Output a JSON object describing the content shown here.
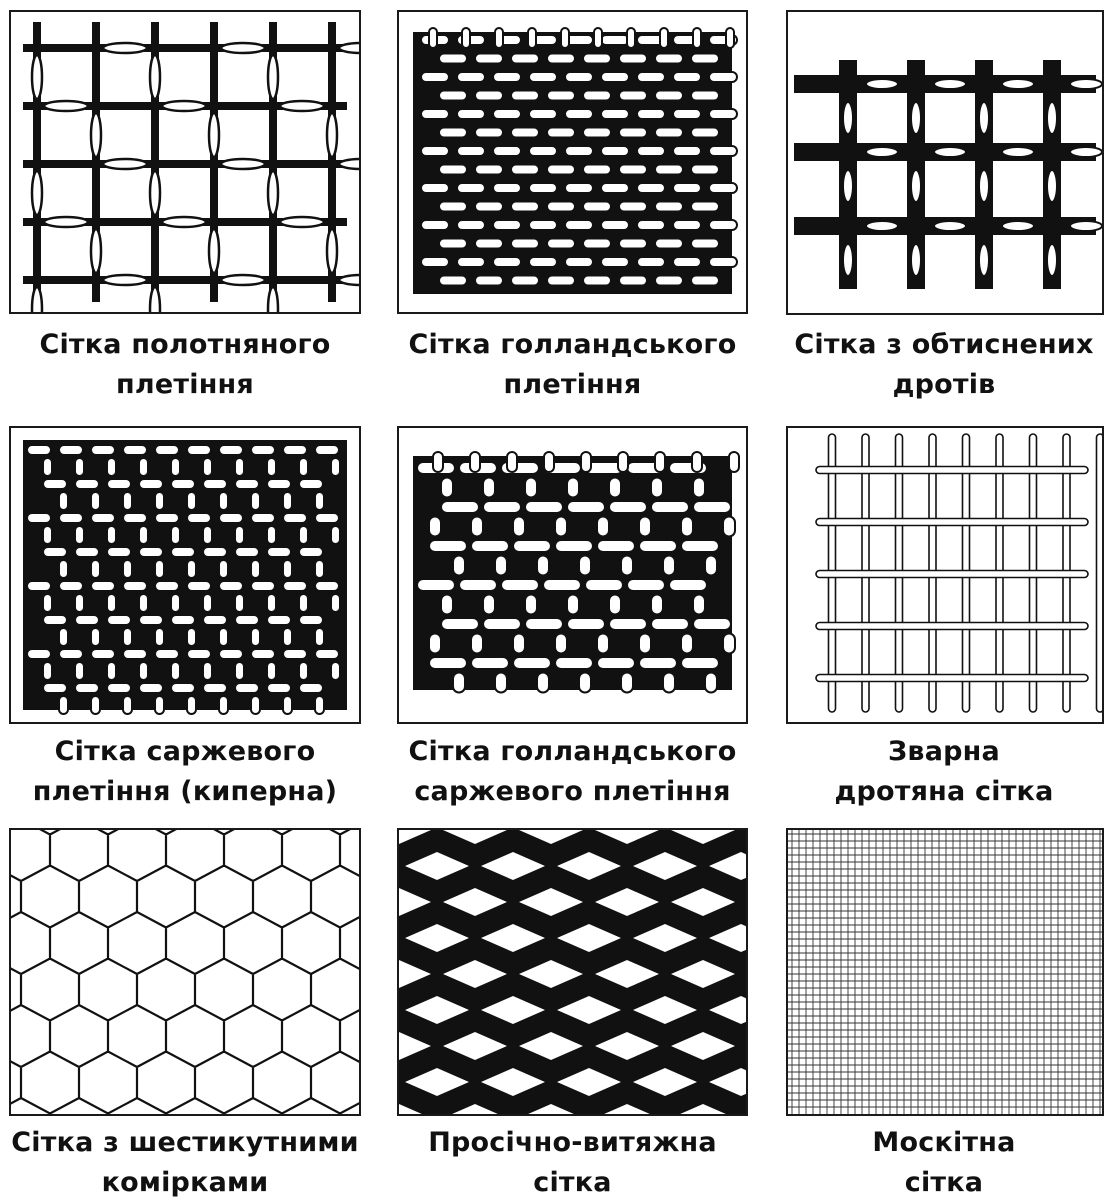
{
  "items": [
    {
      "id": "plain-weave",
      "line1": "Сітка полотняного",
      "line2": "плетіння"
    },
    {
      "id": "dutch-weave",
      "line1": "Сітка голландського",
      "line2": "плетіння"
    },
    {
      "id": "crimped-wire",
      "line1": "Сітка з обтиснених",
      "line2": "дротів"
    },
    {
      "id": "twill-weave",
      "line1": "Сітка саржевого",
      "line2": "плетіння (киперна)"
    },
    {
      "id": "dutch-twill-weave",
      "line1": "Сітка голландського",
      "line2": "саржевого плетіння"
    },
    {
      "id": "welded-wire",
      "line1": "Зварна",
      "line2": "дротяна сітка"
    },
    {
      "id": "hexagonal",
      "line1": "Сітка з шестикутними",
      "line2": "комірками"
    },
    {
      "id": "expanded-metal",
      "line1": "Просічно-витяжна",
      "line2": "сітка"
    },
    {
      "id": "mosquito",
      "line1": "Москітна",
      "line2": "сітка"
    }
  ],
  "colors": {
    "ink": "#111111",
    "paper": "#ffffff"
  }
}
